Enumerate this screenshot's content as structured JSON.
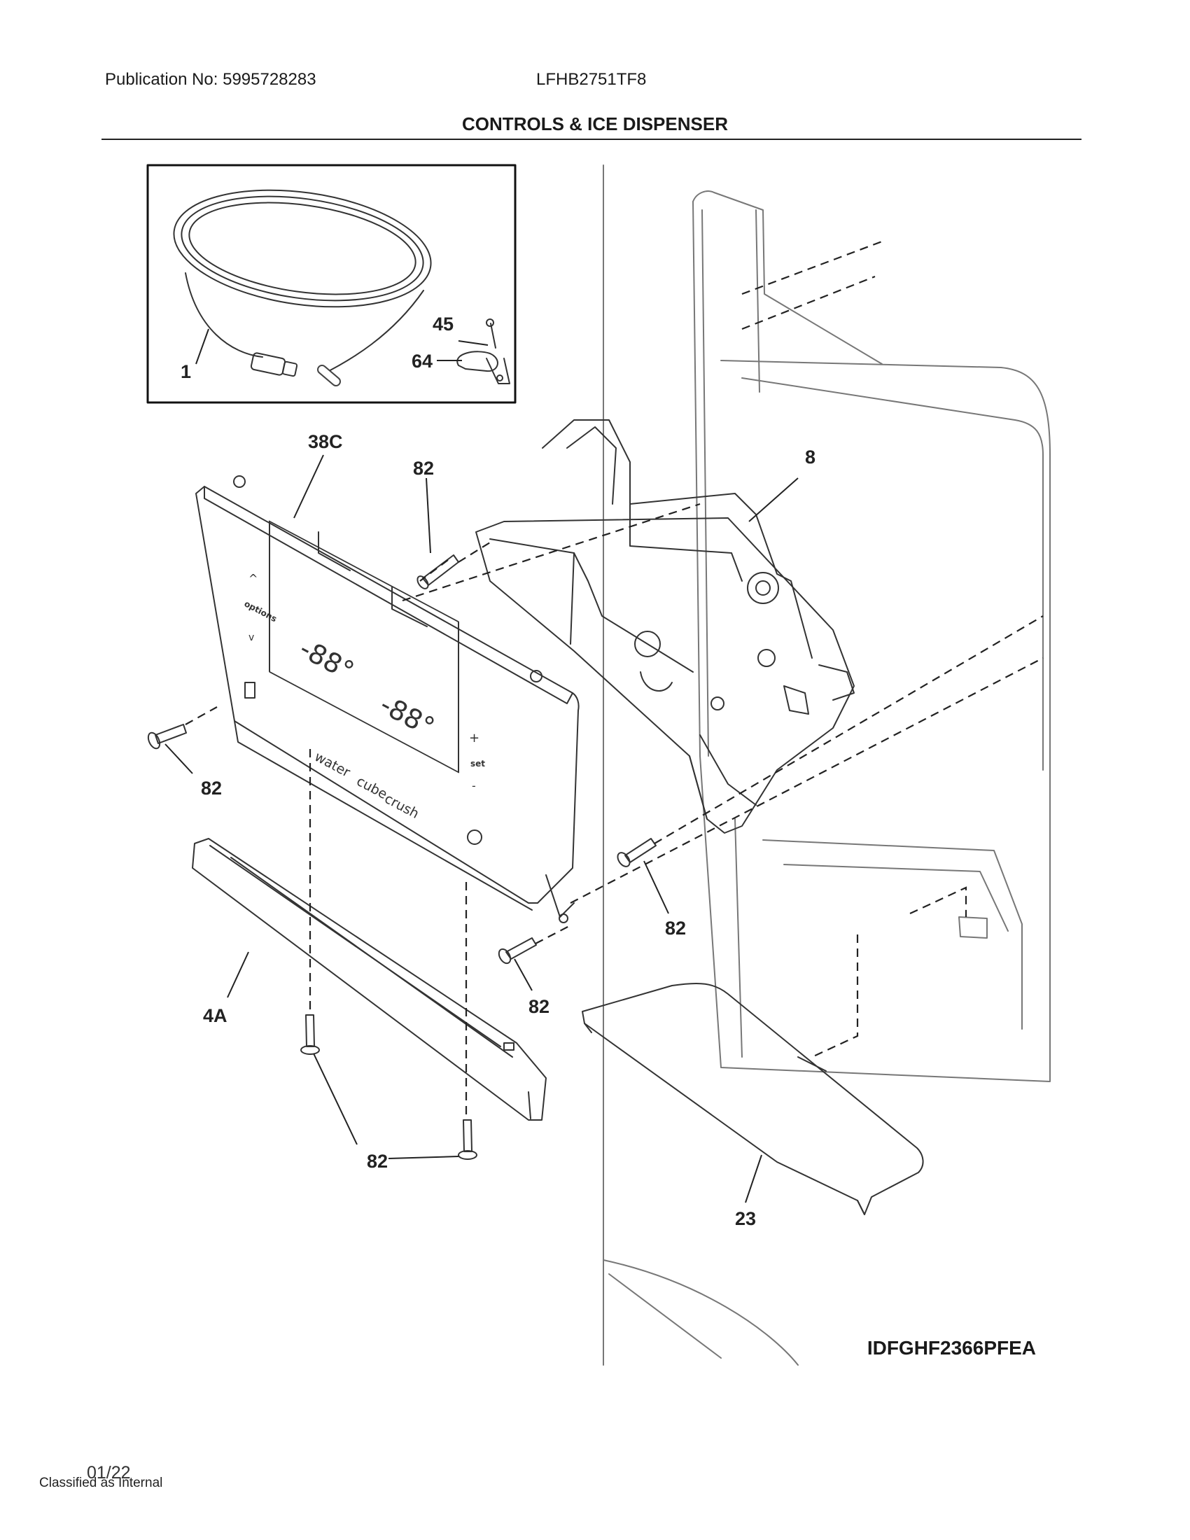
{
  "header": {
    "publication": "Publication No: 5995728283",
    "model": "LFHB2751TF8",
    "section_title": "CONTROLS & ICE DISPENSER"
  },
  "callouts": {
    "tubing": "1",
    "screw_small": "45",
    "clamp": "64",
    "control_panel": "38C",
    "screw_top": "82",
    "dispenser_assembly": "8",
    "screw_left": "82",
    "screw_mid": "82",
    "screw_right": "82",
    "trim": "4A",
    "screw_bottom_center": "82",
    "screw_bottom": "82",
    "drip_tray": "23"
  },
  "panel_labels": {
    "up": "^",
    "options": "options",
    "down": "v",
    "water": "water",
    "cube": "cube",
    "crush": "crush",
    "digits_top": "-88°",
    "digits_bottom": "-88°",
    "plus": "+",
    "set": "set",
    "minus": "-"
  },
  "footer": {
    "figure_id": "IDFGHF2366PFEA",
    "date": "01/22",
    "classification": "Classified as Internal"
  }
}
